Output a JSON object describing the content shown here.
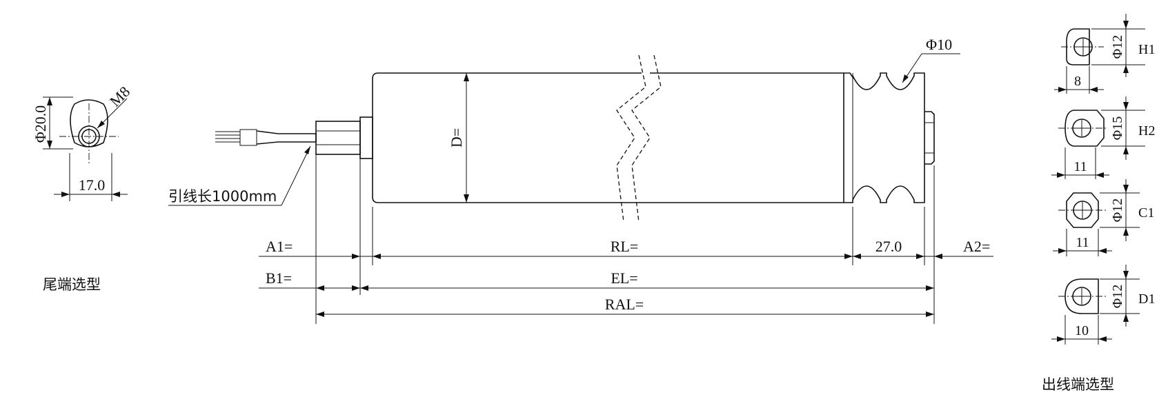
{
  "tail_options": {
    "title": "尾端选型",
    "thread_label": "M8",
    "height_label": "Φ20.0",
    "width_label": "17.0"
  },
  "main_body": {
    "lead_label": "引线长1000mm",
    "diameter_label": "D=",
    "shaft_label": "Φ10",
    "groove_len_label": "27.0",
    "a1_label": "A1=",
    "rl_label": "RL=",
    "a2_label": "A2=",
    "b1_label": "B1=",
    "el_label": "EL=",
    "ral_label": "RAL="
  },
  "outlet_options": {
    "title": "出线端选型",
    "items": [
      {
        "code": "H1",
        "dia_label": "Φ12",
        "width_label": "8"
      },
      {
        "code": "H2",
        "dia_label": "Φ15",
        "width_label": "11"
      },
      {
        "code": "C1",
        "dia_label": "Φ12",
        "width_label": "11"
      },
      {
        "code": "D1",
        "dia_label": "Φ12",
        "width_label": "10"
      }
    ]
  }
}
